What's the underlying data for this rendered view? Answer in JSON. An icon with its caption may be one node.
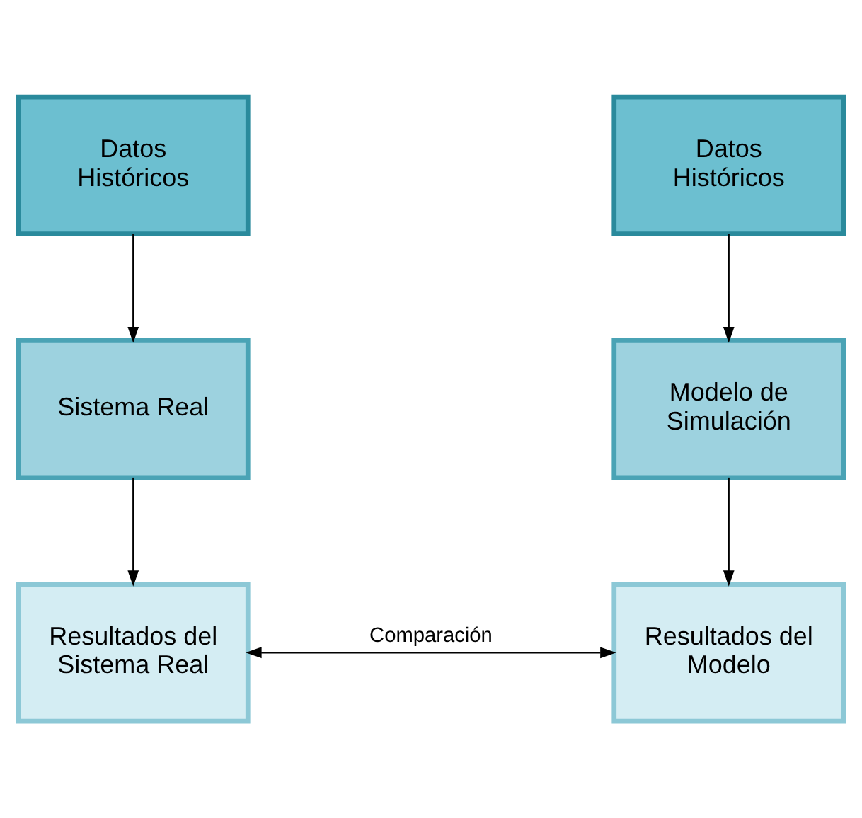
{
  "diagram": {
    "nodes": [
      {
        "text": [
          "Datos Históricos"
        ]
      },
      {
        "text": [
          "Datos Históricos"
        ]
      },
      {
        "text": [
          "Sistema Real"
        ]
      },
      {
        "text": [
          "Modelo de Simulación"
        ]
      },
      {
        "text": [
          "Resultados del Sistema Real"
        ]
      },
      {
        "text": [
          "Resultados del Modelo"
        ]
      }
    ],
    "edges": [
      {
        "from": 0,
        "to": 2,
        "arrow": "to"
      },
      {
        "from": 2,
        "to": 4,
        "arrow": "to"
      },
      {
        "from": 1,
        "to": 3,
        "arrow": "to"
      },
      {
        "from": 3,
        "to": 5,
        "arrow": "to"
      },
      {
        "from": 4,
        "to": 5,
        "arrow": "both",
        "label": "Comparación"
      }
    ]
  }
}
